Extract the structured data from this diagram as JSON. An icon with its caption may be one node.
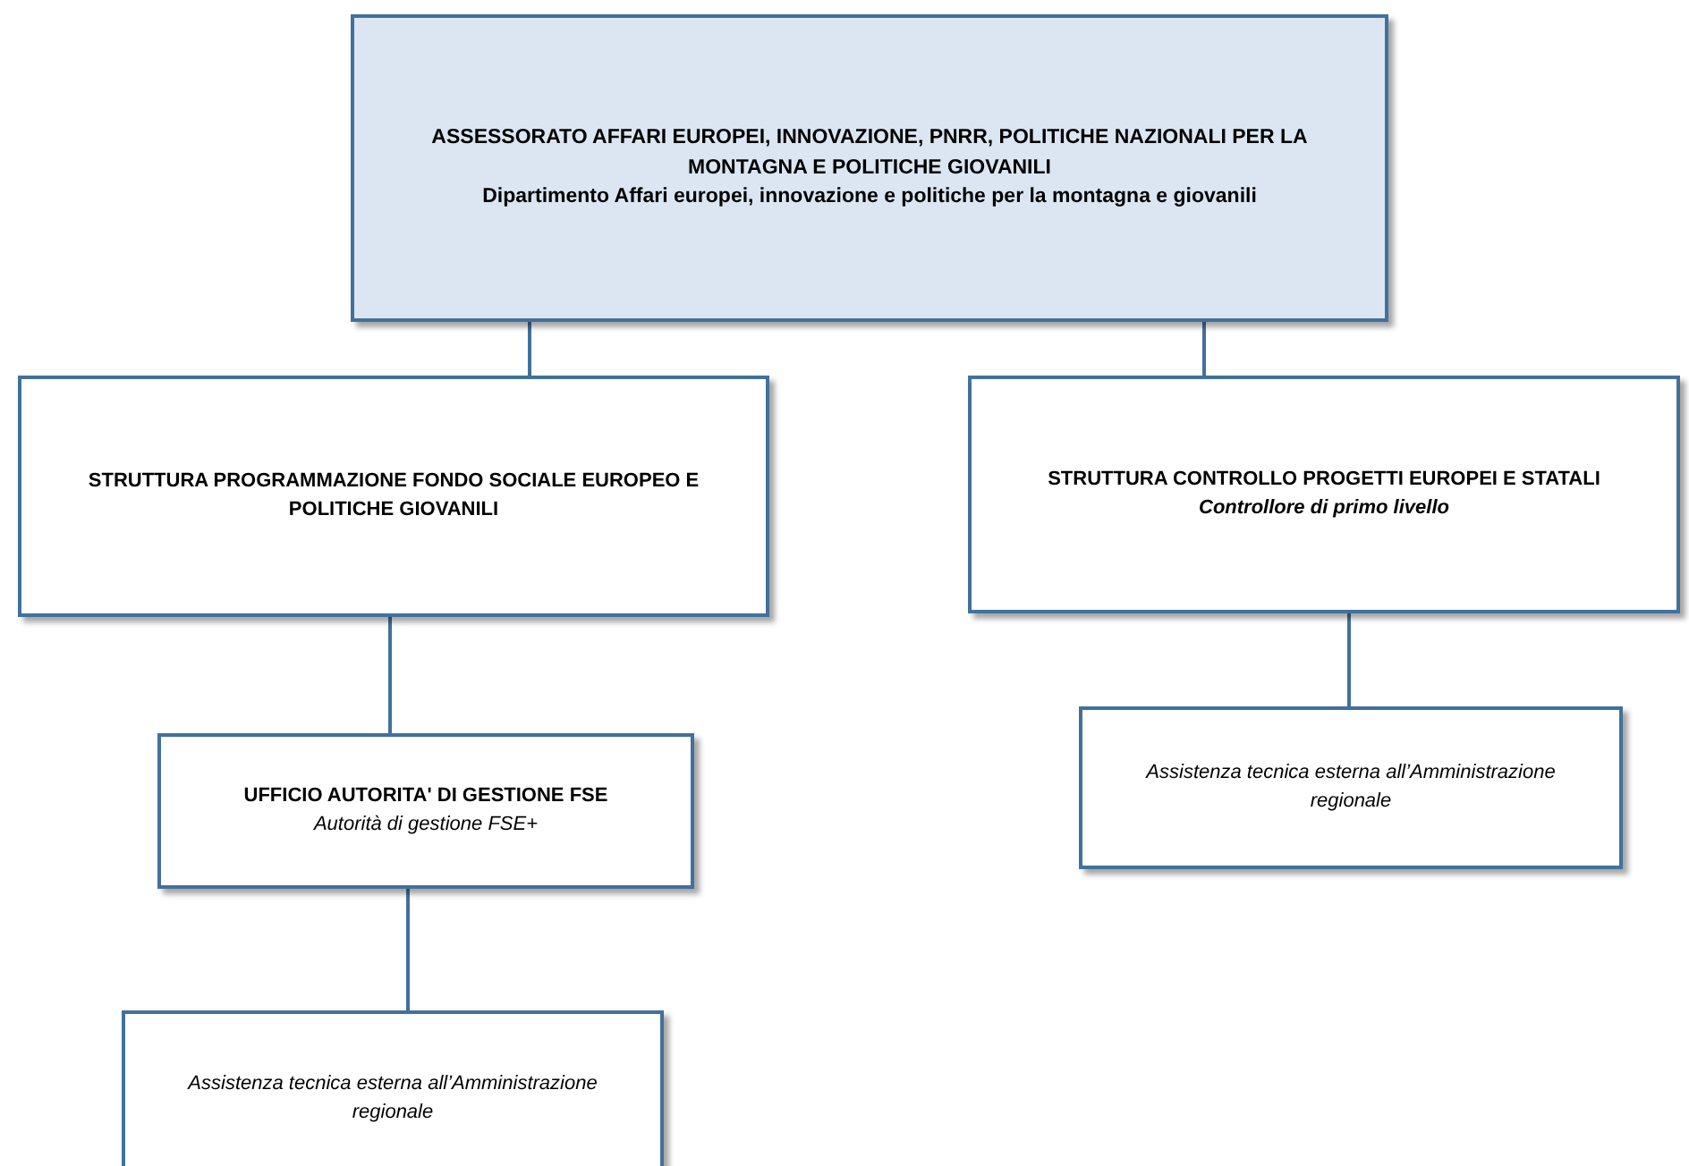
{
  "diagram": {
    "nodes": [
      {
        "text": [
          "ASSESSORATO AFFARI EUROPEI, INNOVAZIONE, PNRR, POLITICHE NAZIONALI PER LA MONTAGNA E POLITICHE GIOVANILI",
          "Dipartimento Affari  europei, innovazione e politiche per la montagna e giovanili"
        ]
      },
      {
        "text": [
          "STRUTTURA PROGRAMMAZIONE FONDO SOCIALE EUROPEO E POLITICHE GIOVANILI"
        ]
      },
      {
        "text": [
          "STRUTTURA  CONTROLLO PROGETTI EUROPEI E STATALI",
          "Controllore di primo livello"
        ]
      },
      {
        "text": [
          "UFFICIO AUTORITA' DI GESTIONE FSE",
          "Autorità di gestione FSE+"
        ]
      },
      {
        "text": [
          "Assistenza tecnica esterna all’Amministrazione regionale"
        ]
      },
      {
        "text": [
          "Assistenza tecnica esterna all’Amministrazione regionale"
        ]
      }
    ],
    "edges": [
      {
        "from": 0,
        "to": 1,
        "arrow": "none"
      },
      {
        "from": 0,
        "to": 2,
        "arrow": "none"
      },
      {
        "from": 1,
        "to": 3,
        "arrow": "none"
      },
      {
        "from": 2,
        "to": 4,
        "arrow": "none"
      },
      {
        "from": 3,
        "to": 5,
        "arrow": "none"
      }
    ]
  }
}
